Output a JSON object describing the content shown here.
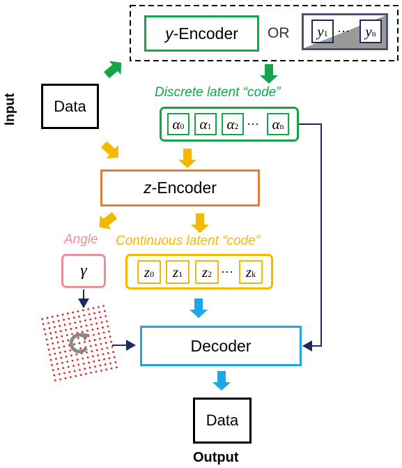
{
  "colors": {
    "green": "#12a54a",
    "orange": "#e07f33",
    "yellow": "#f5b800",
    "pink": "#ee8f97",
    "blue": "#20a6e8",
    "navy": "#1f2a5c",
    "slate": "#4a5670",
    "red": "#e02020",
    "gray": "#888888",
    "black": "#000000"
  },
  "labels": {
    "input": "Input",
    "output": "Output",
    "data_in": "Data",
    "data_out": "Data",
    "or": "OR",
    "discrete_code": "Discrete latent “code”",
    "continuous_code": "Continuous latent “code”",
    "angle": "Angle",
    "decoder": "Decoder",
    "y_encoder_var": "y",
    "z_encoder_var": "z",
    "encoder_suffix": "-Encoder",
    "gamma": "γ",
    "ellipsis": "···"
  },
  "y_code": {
    "cells": [
      {
        "sym": "y",
        "sub": "1"
      },
      {
        "sym": "y",
        "sub": "n"
      }
    ]
  },
  "alpha_code": {
    "cells": [
      {
        "sym": "α",
        "sub": "0"
      },
      {
        "sym": "α",
        "sub": "1"
      },
      {
        "sym": "α",
        "sub": "2"
      },
      {
        "sym": "α",
        "sub": "n"
      }
    ]
  },
  "z_code": {
    "cells": [
      {
        "sym": "z",
        "sub": "0"
      },
      {
        "sym": "z",
        "sub": "1"
      },
      {
        "sym": "z",
        "sub": "2"
      },
      {
        "sym": "z",
        "sub": "k"
      }
    ]
  },
  "icons": [
    "rotation-icon",
    "dotted-grid-icon"
  ]
}
